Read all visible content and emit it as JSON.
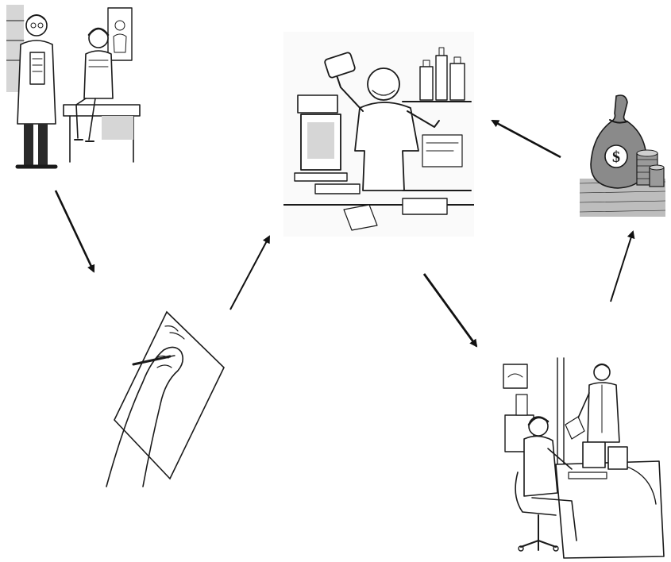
{
  "diagram": {
    "steps": [
      {
        "id": "doctor-visit",
        "icon": "doctor-patient-illustration"
      },
      {
        "id": "prescription",
        "icon": "hand-writing-illustration"
      },
      {
        "id": "pharmacy",
        "icon": "pharmacist-illustration"
      },
      {
        "id": "claims-office",
        "icon": "office-clerk-illustration"
      },
      {
        "id": "payment",
        "icon": "money-bag-illustration"
      }
    ],
    "flow": [
      [
        "doctor-visit",
        "prescription"
      ],
      [
        "prescription",
        "pharmacy"
      ],
      [
        "pharmacy",
        "claims-office"
      ],
      [
        "claims-office",
        "payment"
      ],
      [
        "payment",
        "pharmacy"
      ]
    ],
    "colors": {
      "ink": "#1a1a1a",
      "background": "#ffffff",
      "shade": "#d6d6d6"
    }
  }
}
